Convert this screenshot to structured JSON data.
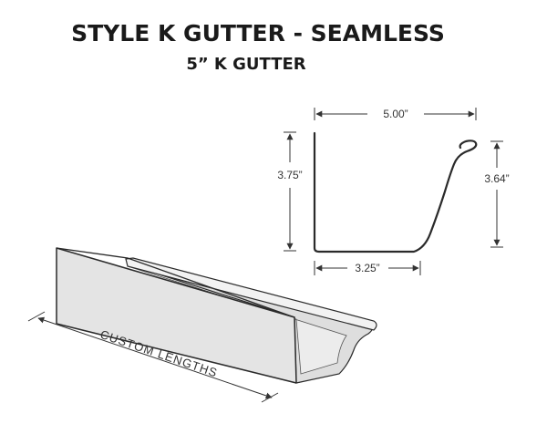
{
  "header": {
    "title": "STYLE K GUTTER - SEAMLESS",
    "subtitle": "5” K GUTTER"
  },
  "profile": {
    "top_width": "5.00”",
    "left_height": "3.75”",
    "right_height": "3.64”",
    "bottom_width": "3.25”"
  },
  "gutter": {
    "length_label": "CUSTOM LENGTHS"
  },
  "colors": {
    "ink": "#333333",
    "gutter_face": "#e4e4e4",
    "gutter_outline": "#2a2a2a"
  }
}
